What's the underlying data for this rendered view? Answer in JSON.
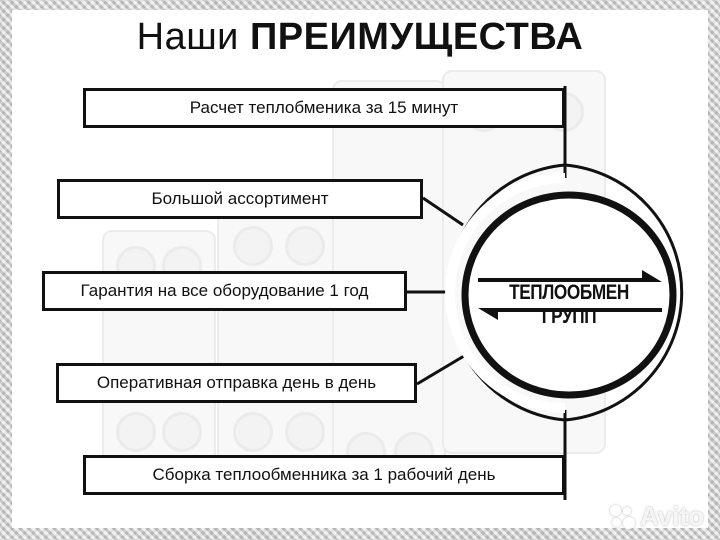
{
  "header": {
    "title_normal": "Наши",
    "title_bold": "ПРЕИМУЩЕСТВА"
  },
  "advantages": [
    "Расчет теплобменика за 15 минут",
    "Большой ассортимент",
    "Гарантия на все оборудование 1 год",
    "Оперативная отправка день в день",
    "Сборка теплообменника за 1 рабочий день"
  ],
  "logo": {
    "text": "ТЕПЛООБМЕН ГРУПП"
  },
  "watermark": {
    "text": "Avito"
  }
}
